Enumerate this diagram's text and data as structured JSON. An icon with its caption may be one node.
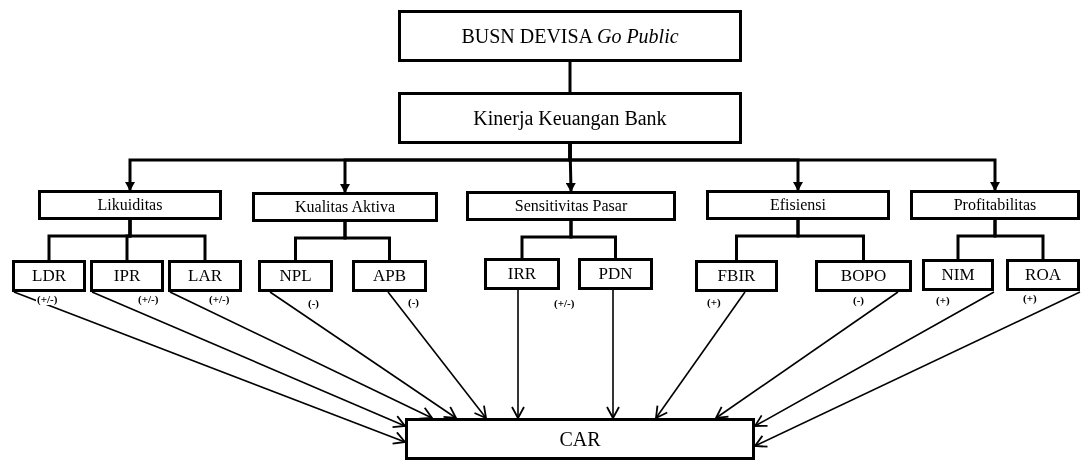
{
  "diagram": {
    "nodes": [
      {
        "text": [
          "BUSN DEVISA *Go Public*"
        ]
      },
      {
        "text": [
          "Kinerja Keuangan Bank"
        ]
      },
      {
        "text": [
          "Likuiditas"
        ]
      },
      {
        "text": [
          "Kualitas Aktiva"
        ]
      },
      {
        "text": [
          "Sensitivitas Pasar"
        ]
      },
      {
        "text": [
          "Efisiensi"
        ]
      },
      {
        "text": [
          "Profitabilitas"
        ]
      },
      {
        "text": [
          "LDR"
        ]
      },
      {
        "text": [
          "IPR"
        ]
      },
      {
        "text": [
          "LAR"
        ]
      },
      {
        "text": [
          "NPL"
        ]
      },
      {
        "text": [
          "APB"
        ]
      },
      {
        "text": [
          "IRR"
        ]
      },
      {
        "text": [
          "PDN"
        ]
      },
      {
        "text": [
          "FBIR"
        ]
      },
      {
        "text": [
          "BOPO"
        ]
      },
      {
        "text": [
          "NIM"
        ]
      },
      {
        "text": [
          "ROA"
        ]
      },
      {
        "text": [
          "CAR"
        ]
      }
    ],
    "edges": [
      {
        "from": 0,
        "to": 1,
        "arrow": "none"
      },
      {
        "from": 1,
        "to": 2,
        "arrow": "to"
      },
      {
        "from": 1,
        "to": 3,
        "arrow": "to"
      },
      {
        "from": 1,
        "to": 4,
        "arrow": "to"
      },
      {
        "from": 1,
        "to": 5,
        "arrow": "to"
      },
      {
        "from": 1,
        "to": 6,
        "arrow": "to"
      },
      {
        "from": 2,
        "to": 7,
        "arrow": "none"
      },
      {
        "from": 2,
        "to": 8,
        "arrow": "none"
      },
      {
        "from": 2,
        "to": 9,
        "arrow": "none"
      },
      {
        "from": 3,
        "to": 10,
        "arrow": "none"
      },
      {
        "from": 3,
        "to": 11,
        "arrow": "none"
      },
      {
        "from": 4,
        "to": 12,
        "arrow": "none"
      },
      {
        "from": 4,
        "to": 13,
        "arrow": "none"
      },
      {
        "from": 5,
        "to": 14,
        "arrow": "none"
      },
      {
        "from": 5,
        "to": 15,
        "arrow": "none"
      },
      {
        "from": 6,
        "to": 16,
        "arrow": "none"
      },
      {
        "from": 6,
        "to": 17,
        "arrow": "none"
      },
      {
        "from": 7,
        "to": 18,
        "arrow": "to",
        "label": "(+/-)"
      },
      {
        "from": 8,
        "to": 18,
        "arrow": "to",
        "label": "(+/-)"
      },
      {
        "from": 9,
        "to": 18,
        "arrow": "to",
        "label": "(+/-)"
      },
      {
        "from": 10,
        "to": 18,
        "arrow": "to",
        "label": "(-)"
      },
      {
        "from": 11,
        "to": 18,
        "arrow": "to",
        "label": "(-)"
      },
      {
        "from": 12,
        "to": 18,
        "arrow": "to"
      },
      {
        "from": 13,
        "to": 18,
        "arrow": "to",
        "label": "(+/-)"
      },
      {
        "from": 14,
        "to": 18,
        "arrow": "to",
        "label": "(+)"
      },
      {
        "from": 15,
        "to": 18,
        "arrow": "to",
        "label": "(-)"
      },
      {
        "from": 16,
        "to": 18,
        "arrow": "to",
        "label": "(+)"
      },
      {
        "from": 17,
        "to": 18,
        "arrow": "to",
        "label": "(+)"
      }
    ]
  }
}
